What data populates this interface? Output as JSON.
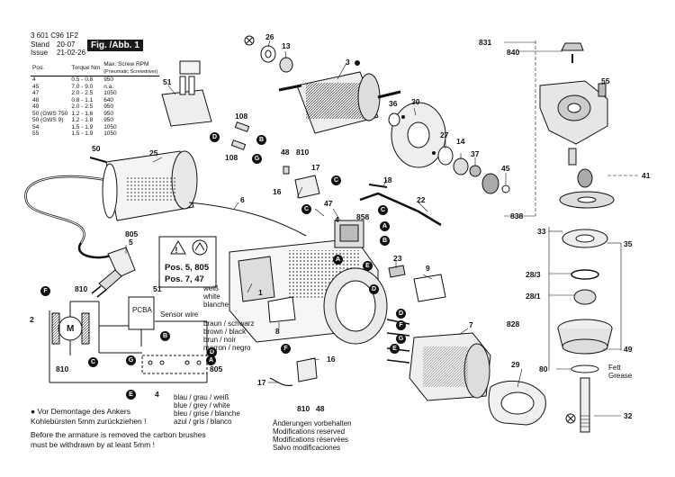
{
  "header": {
    "doc_number": "3 601 C96 1F2",
    "stand_label": "Stand",
    "stand_value": "20-07",
    "issue_label": "Issue",
    "issue_value": "21-02-26",
    "figure_label": "Fig. /Abb. 1"
  },
  "torque_table": {
    "columns": [
      "Pos.",
      "Torque Nm",
      "Max. Screw RPM"
    ],
    "subheader": "(Pneumatic Screwdriver)",
    "rows": [
      [
        "4",
        "0.5 - 0.8",
        "950"
      ],
      [
        "45",
        "7.0 - 9.0",
        "n.a."
      ],
      [
        "47",
        "2.0 - 2.5",
        "1050"
      ],
      [
        "48",
        "0.8 - 1.1",
        "640"
      ],
      [
        "49",
        "2.0 - 2.5",
        "950"
      ],
      [
        "50 (GWS 750",
        "1.2 - 1.6",
        "950"
      ],
      [
        "50 (GWS 9)",
        "1.2 - 1.8",
        "950"
      ],
      [
        "54",
        "1.5 - 1.9",
        "1050"
      ],
      [
        "55",
        "1.5 - 1.9",
        "1050"
      ]
    ]
  },
  "warning": {
    "line1": "Pos. 5, 805",
    "line2": "Pos. 7, 47"
  },
  "wiring": {
    "pcba": "PCBA",
    "sensor_wire": "Sensor wire",
    "colors1": [
      "weiß",
      "white",
      "blanche"
    ],
    "colors2": [
      "braun  / schwarz",
      "brown  / black",
      "brun   / noir",
      "marron / negro"
    ],
    "colors3": [
      "blau / grau / weiß",
      "blue / grey / white",
      "bleu / grise / blanche",
      "azul / gris / blanco"
    ],
    "m": "M"
  },
  "notes": {
    "de1": "● Vor Demontage des Ankers",
    "de2": "Kohlebürsten 5mm zurückziehen !",
    "en1": "Before the armature is removed the carbon brushes",
    "en2": "must be withdrawn by at least 5mm !",
    "changes": [
      "Änderungen vorbehalten",
      "Modifications reserved",
      "Modifications réservées",
      "Salvo modificaciones"
    ],
    "fett": "Fett",
    "grease": "Grease"
  },
  "part_numbers": {
    "p831": "831",
    "p840": "840",
    "p55": "55",
    "p41": "41",
    "p838": "838",
    "p33": "33",
    "p35": "35",
    "p28_3": "28/3",
    "p28_1": "28/1",
    "p828": "828",
    "p49": "49",
    "p80": "80",
    "p32": "32",
    "p26": "26",
    "p13": "13",
    "p3": "3",
    "p36": "36",
    "p30": "30",
    "p27": "27",
    "p14": "14",
    "p37": "37",
    "p45": "45",
    "p51": "51",
    "p108a": "108",
    "p108b": "108",
    "p50": "50",
    "p25": "25",
    "p48": "48",
    "p810a": "810",
    "p17a": "17",
    "p16a": "16",
    "p47": "47",
    "p18": "18",
    "p22": "22",
    "p858": "858",
    "p6": "6",
    "p805": "805",
    "p5": "5",
    "p23": "23",
    "p9": "9",
    "p1": "1",
    "p8": "8",
    "p7": "7",
    "p29": "29",
    "p16b": "16",
    "p17b": "17",
    "p810b": "810",
    "p48b": "48",
    "p2": "2",
    "p810c": "810",
    "p810d": "810",
    "p51b": "51",
    "p4": "4",
    "p805b": "805"
  },
  "connectors": [
    "A",
    "B",
    "C",
    "D",
    "E",
    "F",
    "G"
  ]
}
